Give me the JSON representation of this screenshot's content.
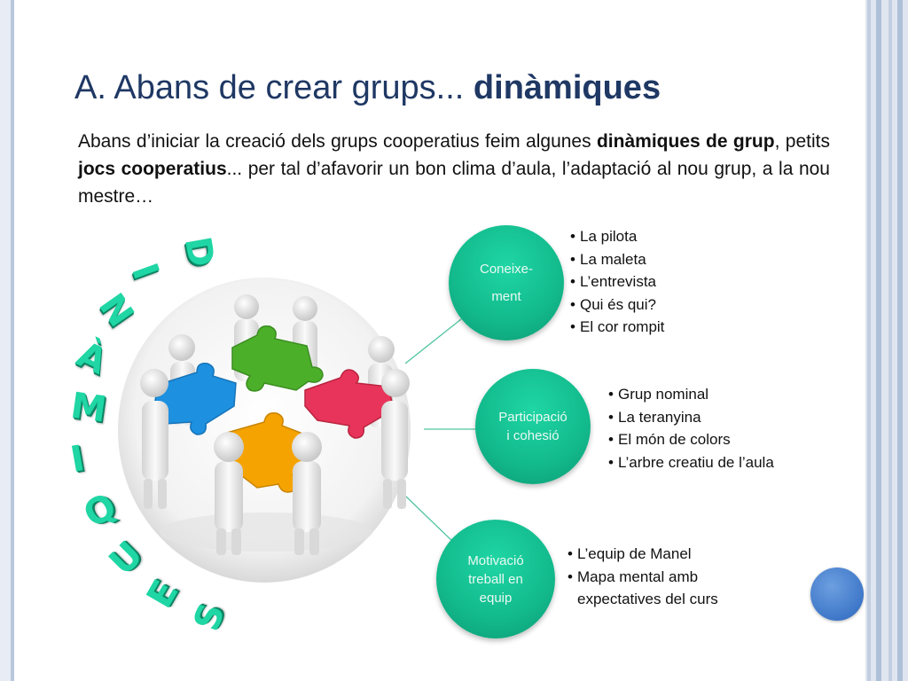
{
  "slide": {
    "title_prefix": "A. Abans de crear grups... ",
    "title_bold": "dinàmiques",
    "intro": {
      "p1": "Abans d’iniciar la creació dels grups cooperatius feim algunes ",
      "b1": "dinàmiques de grup",
      "p2": ", petits ",
      "b2": "jocs cooperatius",
      "p3": "... per tal d’afavorir un bon clima d’aula, l’adaptació al nou grup, a la nou mestre…"
    }
  },
  "vertical_word": [
    "D",
    "I",
    "N",
    "À",
    "M",
    "I",
    "Q",
    "U",
    "E",
    "S"
  ],
  "categories": [
    {
      "label_lines": [
        "Coneixe-",
        "ment"
      ],
      "items": [
        "La pilota",
        "La maleta",
        "L’entrevista",
        "Qui és qui?",
        "El cor rompit"
      ]
    },
    {
      "label_lines": [
        "Participació",
        "i cohesió"
      ],
      "items": [
        "Grup nominal",
        "La teranyina",
        "El món de colors",
        "L’arbre creatiu de l’aula"
      ]
    },
    {
      "label_lines": [
        "Motivació",
        "treball en",
        "equip"
      ],
      "items": [
        "L’equip de Manel",
        "Mapa mental amb expectatives del curs"
      ]
    }
  ],
  "colors": {
    "title": "#1f3864",
    "circle": "#12b98b",
    "accent_dot": "#3f78c9",
    "puzzle_green": "#4caf2a",
    "puzzle_red": "#e8345a",
    "puzzle_blue": "#1e90e0",
    "puzzle_yellow": "#f5a300"
  },
  "icons": {
    "illustration": "teamwork-puzzle-figures",
    "decor": "blue-circle"
  }
}
